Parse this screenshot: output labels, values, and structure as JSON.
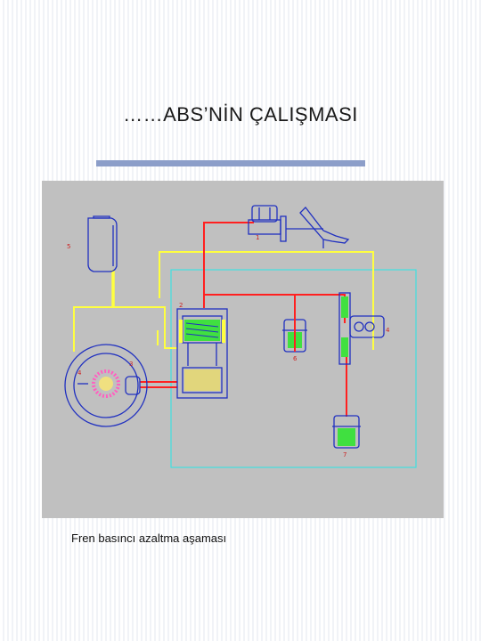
{
  "slide": {
    "title": "……ABS’NİN ÇALIŞMASI",
    "caption": "Fren basıncı azaltma aşaması"
  },
  "diagram": {
    "labels": {
      "reservoir": "5",
      "brake_master": "1",
      "modulator": "2",
      "wheel_sensor": "3",
      "sensor": "4",
      "valve_right": "4",
      "accumulator": "6",
      "pump": "7"
    },
    "colors": {
      "background": "#c0c0c0",
      "brake_line": "#ff2020",
      "control_line": "#ffff40",
      "electrical_line": "#40e0e0",
      "component": "#2030c0",
      "active_fluid": "#40e040"
    }
  }
}
